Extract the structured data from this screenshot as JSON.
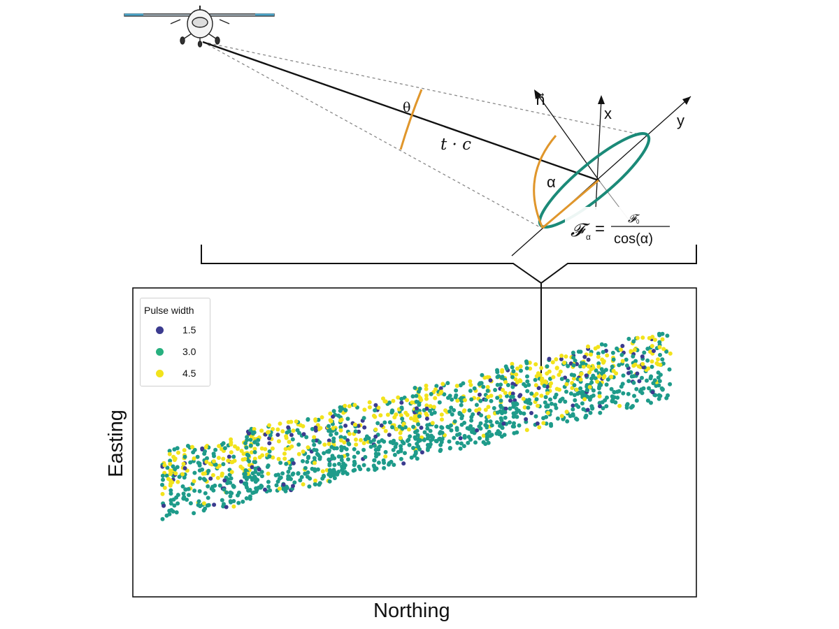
{
  "diagram": {
    "beam": {
      "theta_symbol": "θ",
      "range_expression": "t · c",
      "incidence_symbol": "α"
    },
    "axes_3d": {
      "normal_label": "n⃗",
      "x_label": "x",
      "y_label": "y"
    },
    "formula": {
      "lhs": "𝓕",
      "lhs_subscript": "α",
      "equals": "=",
      "numerator": "𝓕",
      "numerator_subscript": "0",
      "denominator": "cos(α)"
    },
    "colors": {
      "footprint_ring": "#1b8a78",
      "angle_arc": "#e0962b",
      "beam_line": "#111111",
      "cone_dashed": "#888888"
    }
  },
  "scatter_panel": {
    "xlabel": "Northing",
    "ylabel": "Easting",
    "legend": {
      "title": "Pulse width",
      "items": [
        {
          "label": "1.5",
          "color": "#3b3b8f"
        },
        {
          "label": "3.0",
          "color": "#27b07f"
        },
        {
          "label": "4.5",
          "color": "#f2e31c"
        }
      ]
    },
    "point_palette": {
      "low": "#3b3b8f",
      "mid": "#1e9b8a",
      "high": "#f2e31c"
    }
  }
}
